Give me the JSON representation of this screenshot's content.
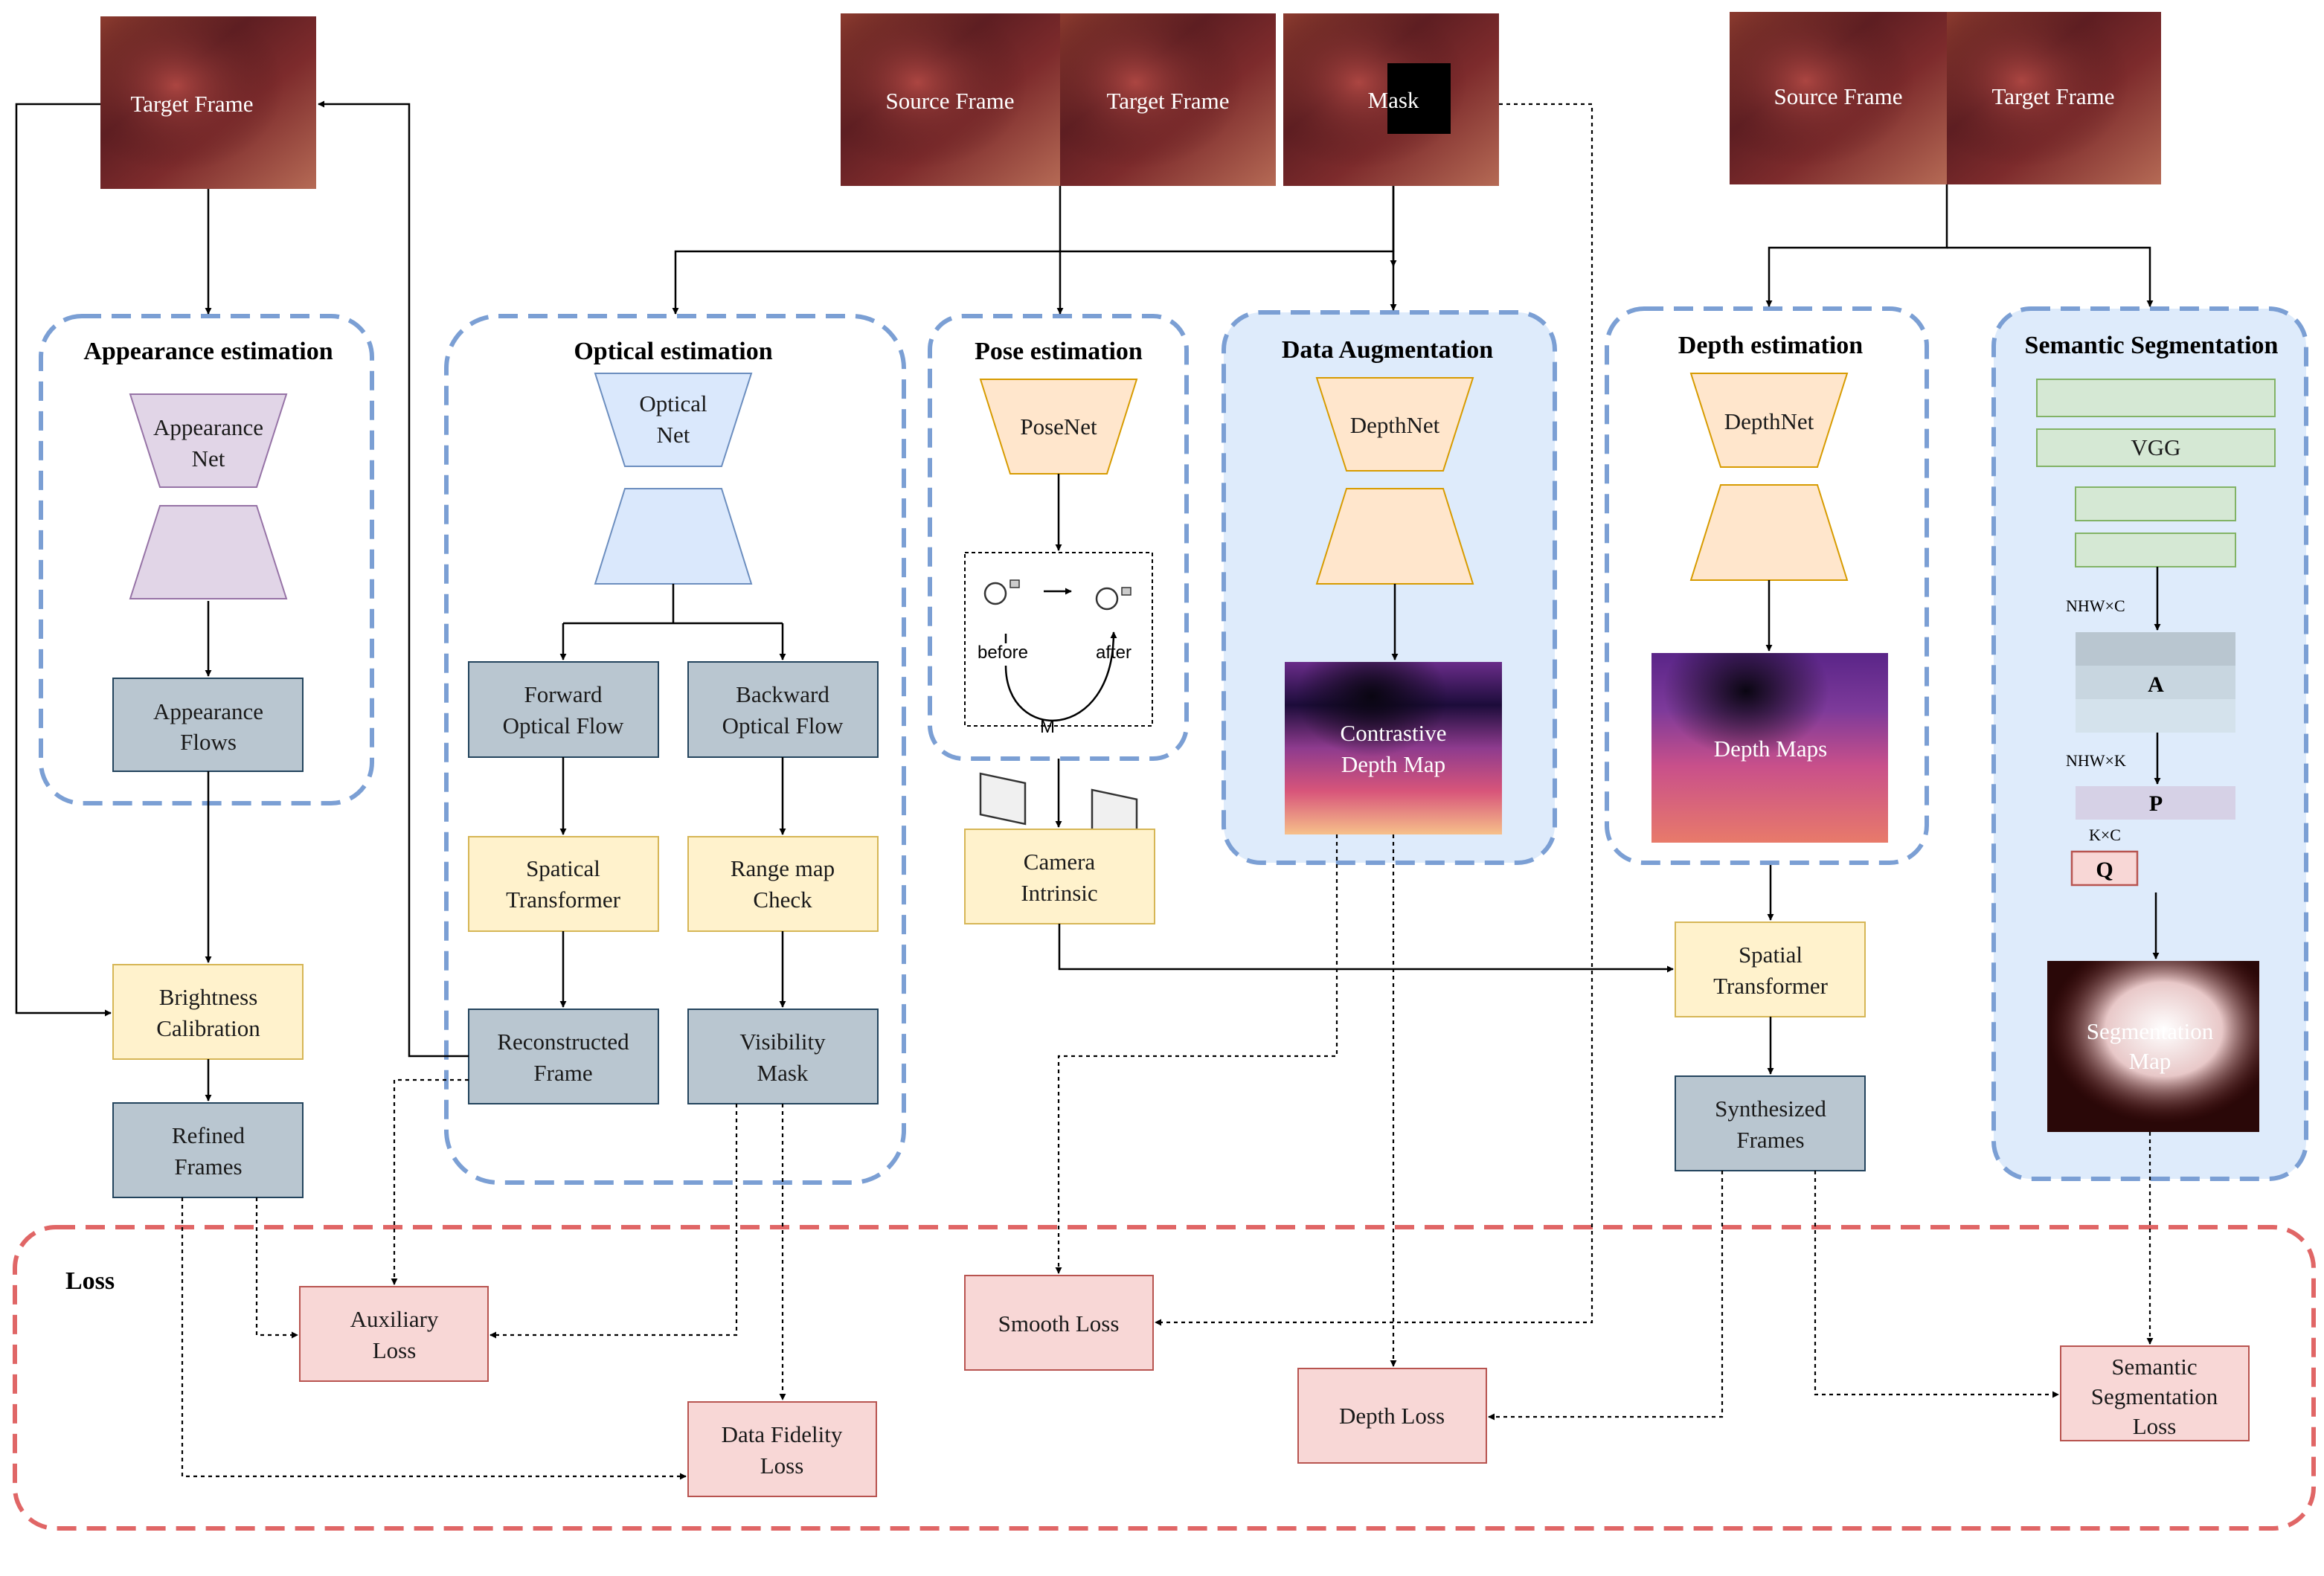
{
  "colors": {
    "module_border": "#7b9fd4",
    "module_fill_highlight": "#deebfb",
    "loss_border": "#e06666",
    "gray_box": "#b9c6d0",
    "yellow_box": "#fff2cc",
    "yellow_border": "#d6b656",
    "pink_box": "#f8d7d6",
    "pink_border": "#b85450",
    "purple_net": "#e1d5e7",
    "blue_net": "#dae8fc",
    "orange_net": "#ffe6cc",
    "green_box": "#d5e8d4"
  },
  "frames": {
    "appearance_target": "Target Frame",
    "pose_source": "Source Frame",
    "pose_target": "Target Frame",
    "mask": "Mask",
    "depth_source": "Source Frame",
    "depth_target": "Target Frame"
  },
  "modules": {
    "appearance": {
      "title": "Appearance estimation",
      "net_line1": "Appearance",
      "net_line2": "Net",
      "flows_line1": "Appearance",
      "flows_line2": "Flows"
    },
    "optical": {
      "title": "Optical estimation",
      "net_line1": "Optical",
      "net_line2": "Net",
      "forward_line1": "Forward",
      "forward_line2": "Optical Flow",
      "backward_line1": "Backward",
      "backward_line2": "Optical Flow",
      "spatial_line1": "Spatical",
      "spatial_line2": "Transformer",
      "range_line1": "Range map",
      "range_line2": "Check",
      "recon_line1": "Reconstructed",
      "recon_line2": "Frame",
      "visibility_line1": "Visibility",
      "visibility_line2": "Mask"
    },
    "pose": {
      "title": "Pose estimation",
      "net": "PoseNet",
      "before": "before",
      "after": "after",
      "m": "M"
    },
    "augmentation": {
      "title": "Data Augmentation",
      "net": "DepthNet",
      "map_line1": "Contrastive",
      "map_line2": "Depth Map"
    },
    "depth": {
      "title": "Depth estimation",
      "net": "DepthNet",
      "map": "Depth Maps"
    },
    "semantic": {
      "title": "Semantic Segmentation",
      "vgg": "VGG",
      "nhwc": "NHW×C",
      "a": "A",
      "nhwk": "NHW×K",
      "p": "P",
      "kc": "K×C",
      "q": "Q",
      "map_line1": "Segmentation",
      "map_line2": "Map"
    }
  },
  "blocks": {
    "brightness_line1": "Brightness",
    "brightness_line2": "Calibration",
    "refined_line1": "Refined",
    "refined_line2": "Frames",
    "camera_line1": "Camera",
    "camera_line2": "Intrinsic",
    "spatial_line1": "Spatial",
    "spatial_line2": "Transformer",
    "synth_line1": "Synthesized",
    "synth_line2": "Frames"
  },
  "loss": {
    "title": "Loss",
    "auxiliary_line1": "Auxiliary",
    "auxiliary_line2": "Loss",
    "fidelity_line1": "Data Fidelity",
    "fidelity_line2": "Loss",
    "smooth": "Smooth Loss",
    "depth": "Depth Loss",
    "semantic_line1": "Semantic",
    "semantic_line2": "Segmentation",
    "semantic_line3": "Loss"
  }
}
